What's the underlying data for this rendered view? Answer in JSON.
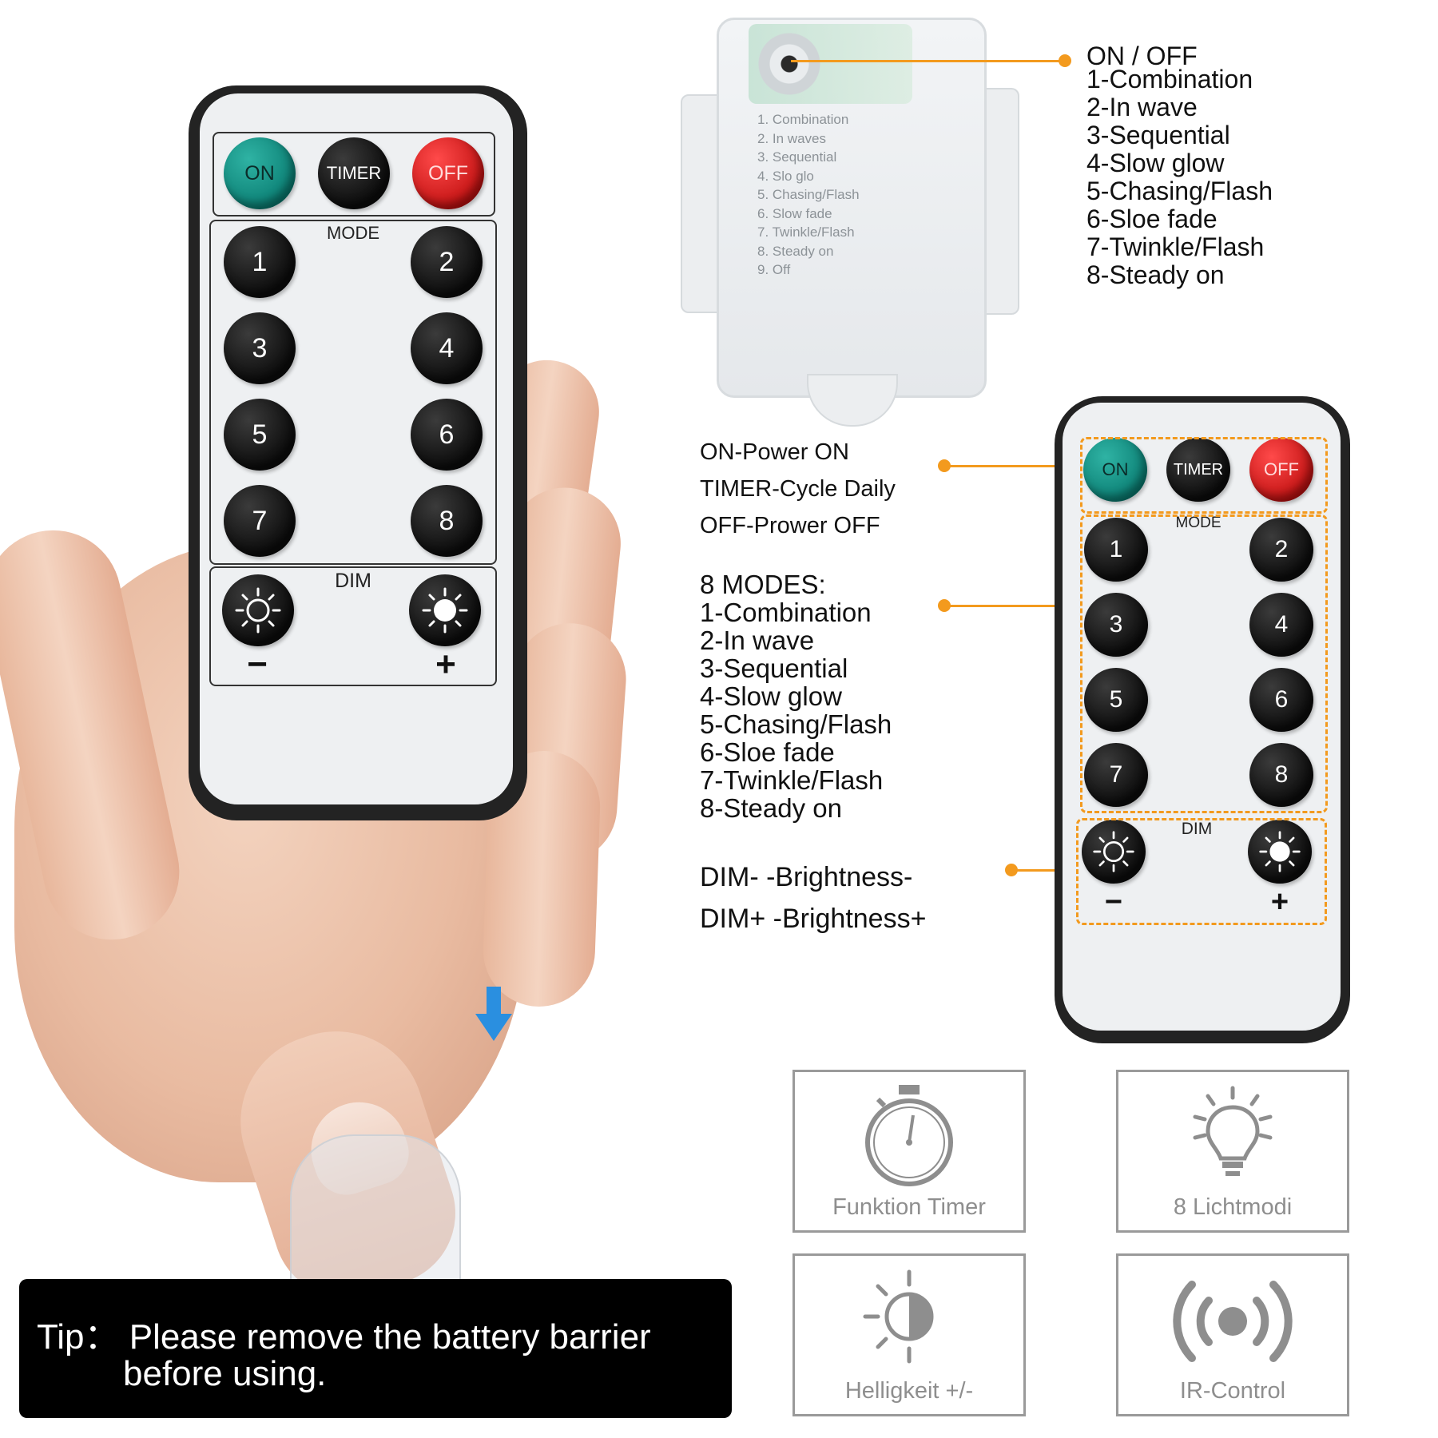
{
  "left_remote": {
    "power": {
      "on": "ON",
      "timer": "TIMER",
      "off": "OFF"
    },
    "mode_label": "MODE",
    "mode_buttons": [
      "1",
      "2",
      "3",
      "4",
      "5",
      "6",
      "7",
      "8"
    ],
    "dim_label": "DIM",
    "dim_minus": "−",
    "dim_plus": "+"
  },
  "battery_box": {
    "printed_modes": [
      "1. Combination",
      "2. In waves",
      "3. Sequential",
      "4. Slo glo",
      "5. Chasing/Flash",
      "6. Slow fade",
      "7. Twinkle/Flash",
      "8. Steady on",
      "9. Off"
    ]
  },
  "box_callout": {
    "lines": [
      "ON / OFF",
      "1-Combination",
      "2-In wave",
      "3-Sequential",
      "4-Slow glow",
      "5-Chasing/Flash",
      "6-Sloe fade",
      "7-Twinkle/Flash",
      "8-Steady on"
    ]
  },
  "power_callout": {
    "lines": [
      "ON-Power ON",
      "TIMER-Cycle Daily",
      "OFF-Prower OFF"
    ]
  },
  "modes_callout": {
    "lines": [
      "8 MODES:",
      "1-Combination",
      "2-In wave",
      "3-Sequential",
      "4-Slow glow",
      "5-Chasing/Flash",
      "6-Sloe fade",
      "7-Twinkle/Flash",
      "8-Steady on"
    ]
  },
  "dim_callout": {
    "lines": [
      "DIM-  -Brightness-",
      "DIM+  -Brightness+"
    ]
  },
  "right_remote": {
    "power": {
      "on": "ON",
      "timer": "TIMER",
      "off": "OFF"
    },
    "mode_label": "MODE",
    "mode_buttons": [
      "1",
      "2",
      "3",
      "4",
      "5",
      "6",
      "7",
      "8"
    ],
    "dim_label": "DIM",
    "dim_minus": "−",
    "dim_plus": "+"
  },
  "features": [
    {
      "label": "Funktion Timer",
      "icon": "stopwatch-icon"
    },
    {
      "label": "8 Lichtmodi",
      "icon": "lightbulb-icon"
    },
    {
      "label": "Helligkeit +/-",
      "icon": "brightness-icon"
    },
    {
      "label": "IR-Control",
      "icon": "ir-signal-icon"
    }
  ],
  "tip": {
    "line1": "Tip：  Please remove the battery barrier",
    "line2": "before using."
  },
  "colors": {
    "accent": "#f39a1e",
    "on_button": "#0a7d72",
    "off_button": "#c01010",
    "remote_body": "#232323",
    "tip_background": "#000000"
  }
}
